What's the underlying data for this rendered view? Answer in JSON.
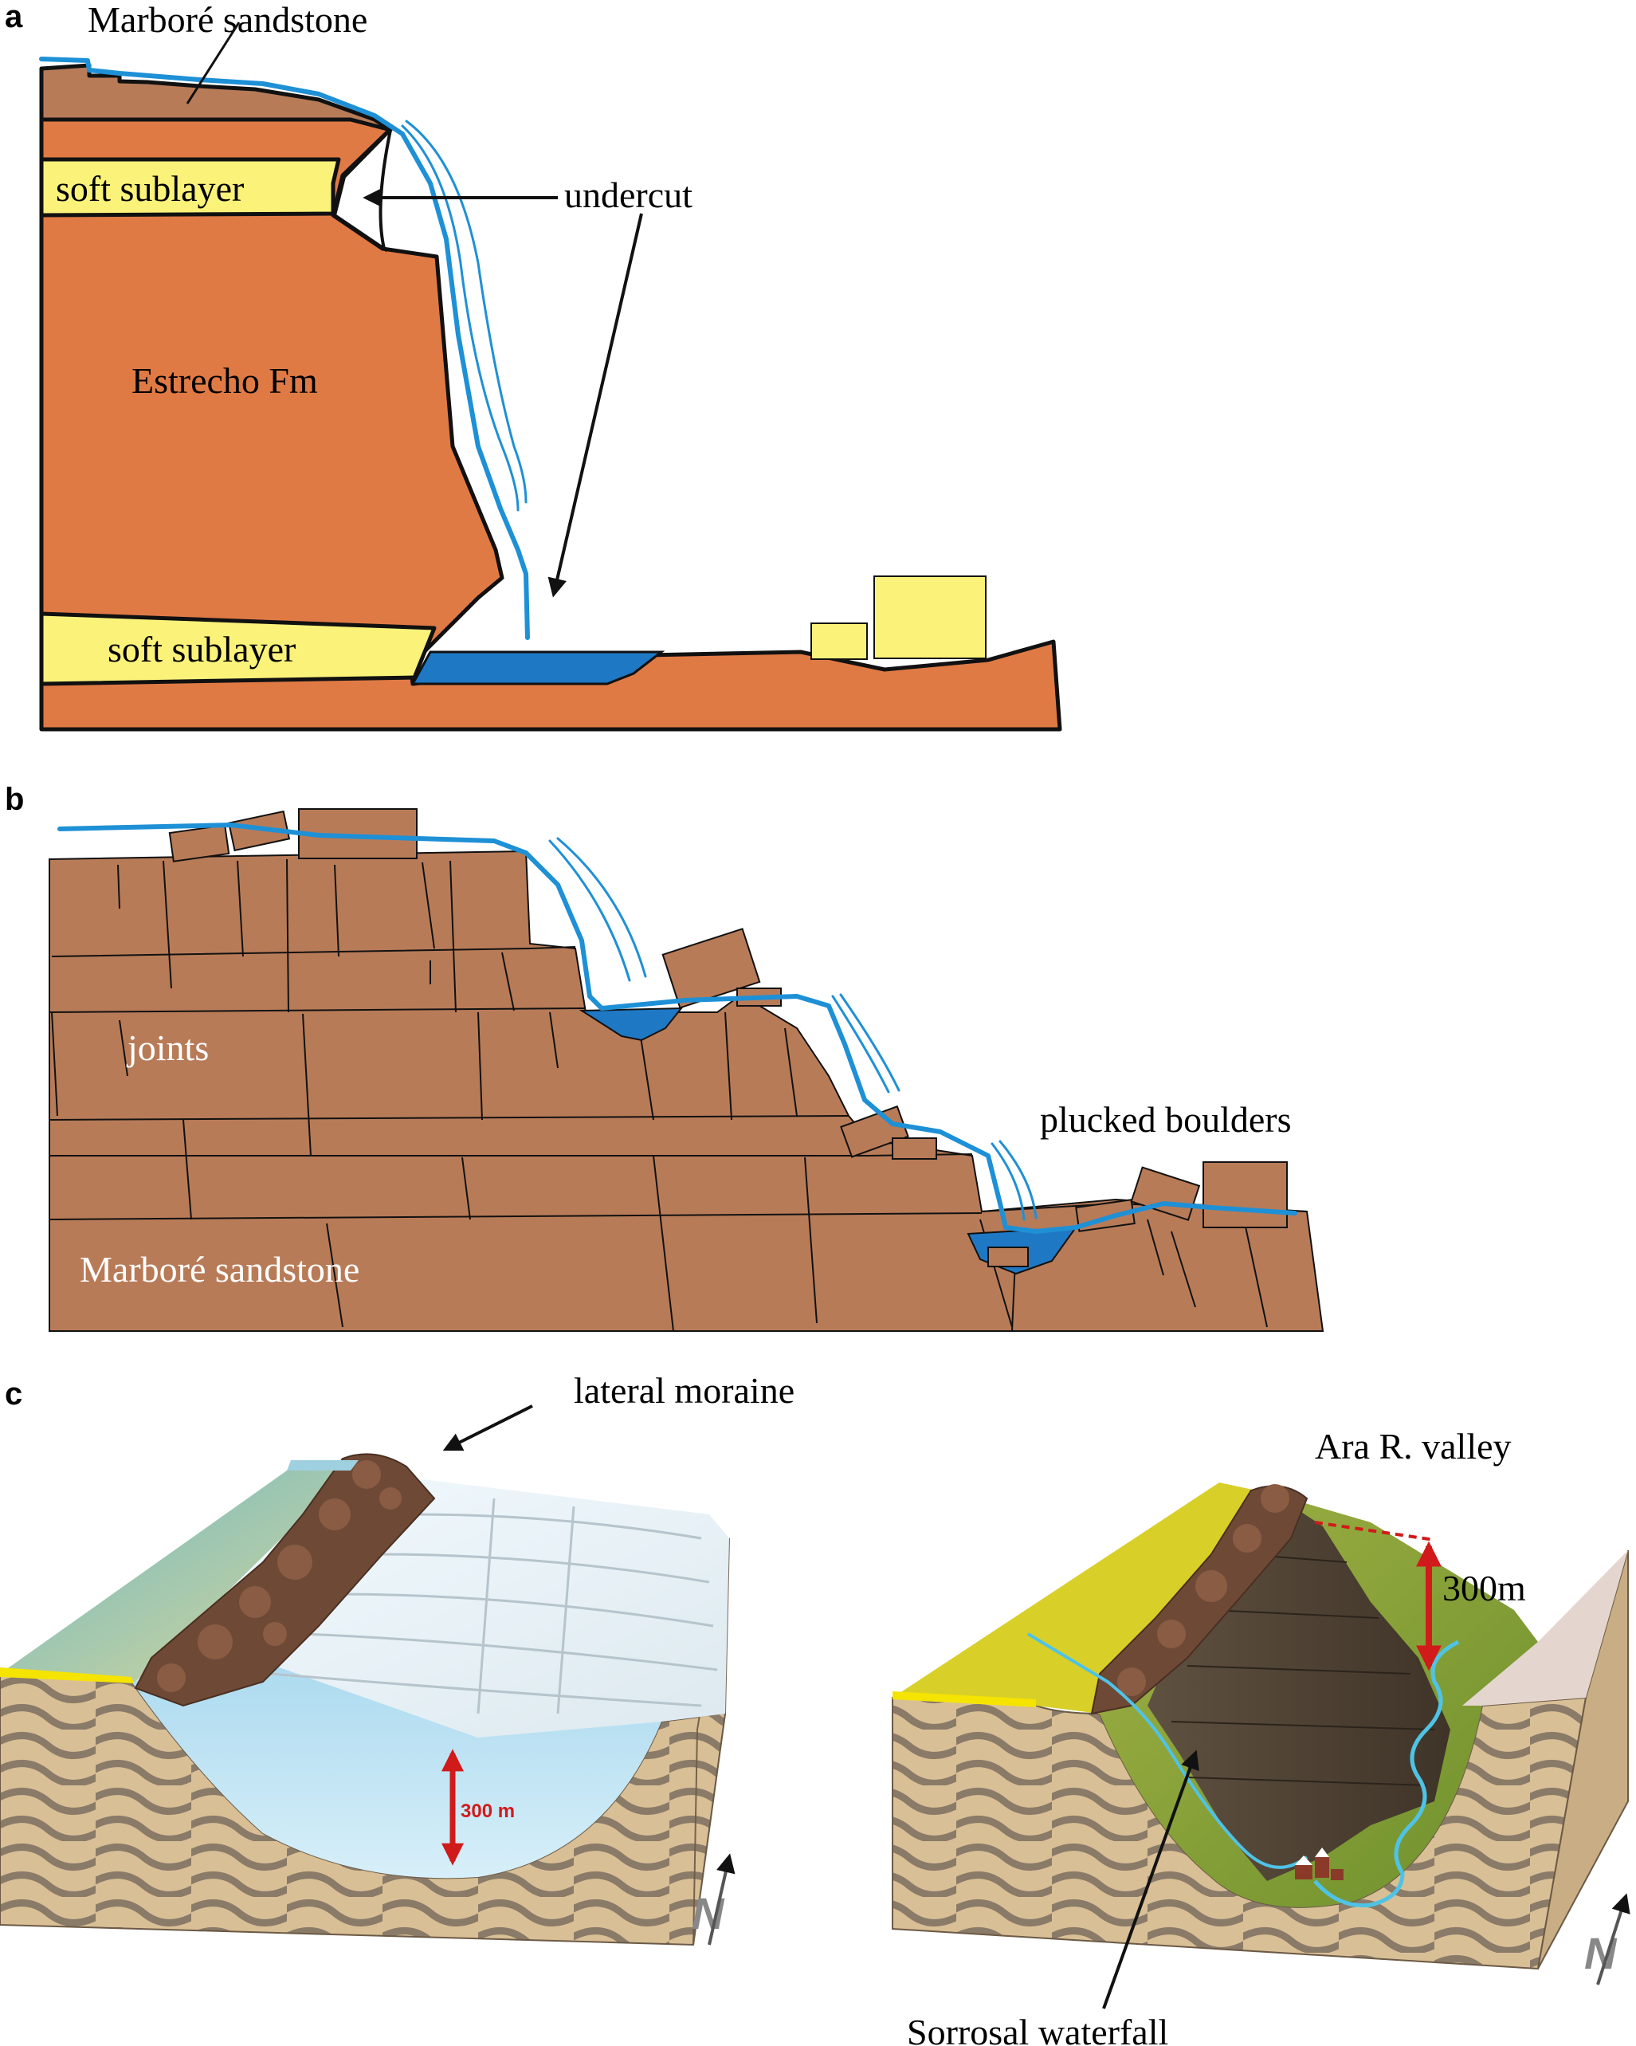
{
  "panels": {
    "a": {
      "letter": "a",
      "labels": {
        "top_layer": "Marboré sandstone",
        "upper_soft": "soft sublayer",
        "undercut": "undercut",
        "formation": "Estrecho Fm",
        "lower_soft": "soft sublayer"
      }
    },
    "b": {
      "letter": "b",
      "labels": {
        "joints": "joints",
        "boulders": "plucked boulders",
        "sandstone": "Marboré sandstone"
      }
    },
    "c": {
      "letter": "c",
      "labels": {
        "moraine": "lateral moraine",
        "glacier_depth": "300 m",
        "valley": "Ara R. valley",
        "valley_depth": "300m",
        "waterfall": "Sorrosal waterfall"
      },
      "north_label": "N"
    }
  },
  "colors": {
    "orange_rock": "#e07a45",
    "soft_layer": "#fbf27a",
    "sandstone": "#b87b58",
    "water_line": "#1e90d6",
    "pool": "#1f78c4",
    "ice": "#c4e6f6",
    "arrow_red": "#d11a1a",
    "grass": "#8aa63c",
    "block_face": "#d9bf96",
    "fold_stripe": "#8a7a68"
  },
  "icons": [
    "north-arrow-icon",
    "village-icon"
  ]
}
